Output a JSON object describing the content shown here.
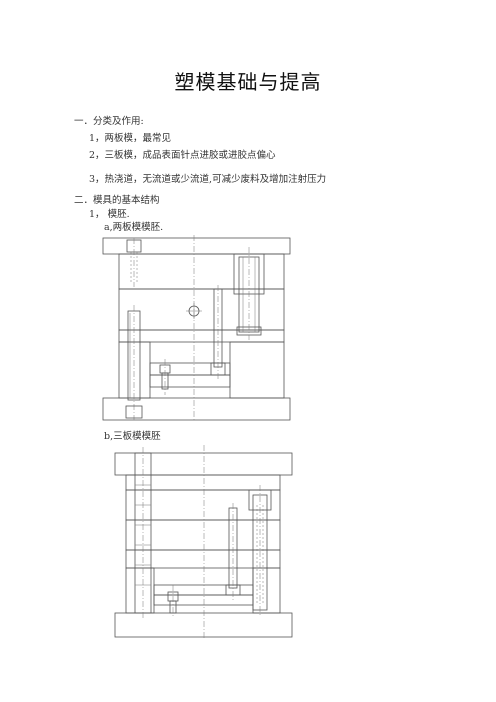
{
  "document": {
    "title": "塑模基础与提高",
    "section1": {
      "heading": "一．分类及作用:",
      "items": [
        "1，两板模，最常见",
        "2，三板模，成品表面针点进胶或进胶点偏心",
        "3，热浇道，无流道或少流道,可减少废料及增加注射压力"
      ]
    },
    "section2": {
      "heading": "二．模具的基本结构",
      "item1": "1，    模胚.",
      "figure_a_caption": "a,两板模模胚.",
      "figure_b_caption": "b,三板模模胚"
    }
  }
}
